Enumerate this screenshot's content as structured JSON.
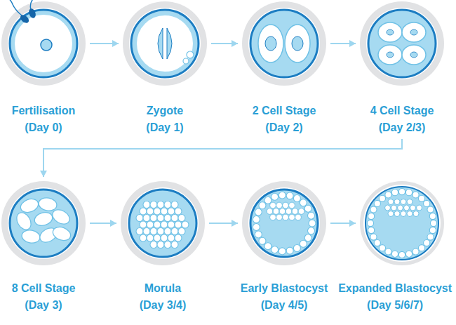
{
  "diagram": {
    "nodes": [
      {
        "text": [
          "Fertilisation",
          "(Day 0)"
        ]
      },
      {
        "text": [
          "Zygote",
          "(Day 1)"
        ]
      },
      {
        "text": [
          "2 Cell Stage",
          "(Day 2)"
        ]
      },
      {
        "text": [
          "4 Cell Stage",
          "(Day 2/3)"
        ]
      },
      {
        "text": [
          "8 Cell Stage",
          "(Day 3)"
        ]
      },
      {
        "text": [
          "Morula",
          "(Day 3/4)"
        ]
      },
      {
        "text": [
          "Early Blastocyst",
          "(Day 4/5)"
        ]
      },
      {
        "text": [
          "Expanded Blastocyst",
          "(Day 5/6/7)"
        ]
      }
    ],
    "edges": [
      {
        "from": 0,
        "to": 1,
        "arrow": "to"
      },
      {
        "from": 1,
        "to": 2,
        "arrow": "to"
      },
      {
        "from": 2,
        "to": 3,
        "arrow": "to"
      },
      {
        "from": 3,
        "to": 4,
        "arrow": "to"
      },
      {
        "from": 4,
        "to": 5,
        "arrow": "to"
      },
      {
        "from": 5,
        "to": 6,
        "arrow": "to"
      },
      {
        "from": 6,
        "to": 7,
        "arrow": "to"
      }
    ]
  }
}
